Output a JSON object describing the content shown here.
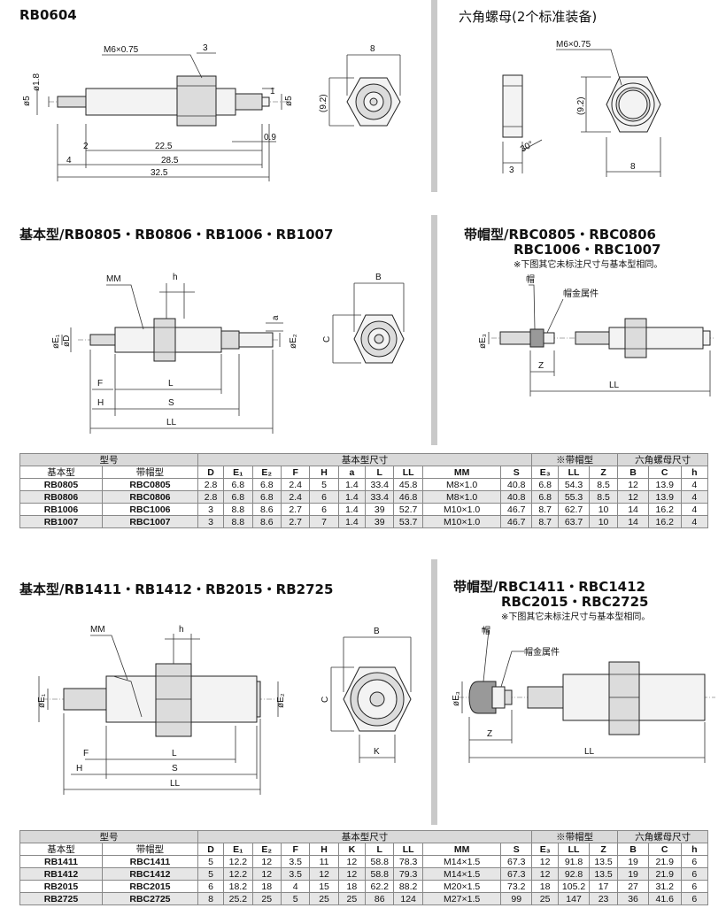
{
  "section_titles": {
    "rb0604": "RB0604",
    "hex_nut": "六角螺母(2个标准装备)",
    "basic_small": "基本型/RB0805・RB0806・RB1006・RB1007",
    "cap_small_l1": "带帽型/RBC0805・RBC0806",
    "cap_small_l2": "RBC1006・RBC1007",
    "basic_large": "基本型/RB1411・RB1412・RB2015・RB2725",
    "cap_large_l1": "带帽型/RBC1411・RBC1412",
    "cap_large_l2": "RBC2015・RBC2725"
  },
  "notes": {
    "same_as_basic": "※下图其它未标注尺寸与基本型相同。"
  },
  "rb0604_drawing": {
    "thread": "M6×0.75",
    "d_tip": "ø1.8",
    "d_body": "ø5",
    "d_rod": "ø5",
    "nut_w": "3",
    "tip_len": "1",
    "dim_2": "2",
    "dim_22_5": "22.5",
    "dim_0_9": "0.9",
    "dim_4": "4",
    "dim_28_5": "28.5",
    "dim_32_5": "32.5",
    "end_w": "8",
    "end_h": "(9.2)"
  },
  "nut_drawing": {
    "thread": "M6×0.75",
    "t": "3",
    "angle": "30°",
    "h": "(9.2)",
    "w": "8"
  },
  "small_drawing": {
    "MM": "MM",
    "h": "h",
    "a": "a",
    "E1": "øE₁",
    "D": "øD",
    "E2": "øE₂",
    "F": "F",
    "L": "L",
    "H": "H",
    "S": "S",
    "LL": "LL",
    "B": "B",
    "C": "C"
  },
  "small_cap_drawing": {
    "cap": "帽",
    "cap_metal": "帽金属件",
    "E3": "øE₃",
    "Z": "Z",
    "LL": "LL"
  },
  "large_drawing": {
    "MM": "MM",
    "h": "h",
    "E1": "øE₁",
    "E2": "øE₂",
    "F": "F",
    "L": "L",
    "H": "H",
    "S": "S",
    "LL": "LL",
    "B": "B",
    "C": "C",
    "K": "K"
  },
  "large_cap_drawing": {
    "cap": "帽",
    "cap_metal": "帽金属件",
    "E3": "øE₃",
    "Z": "Z",
    "LL": "LL"
  },
  "table_small": {
    "group_model": "型号",
    "group_basic": "基本型尺寸",
    "group_cap": "※带帽型",
    "group_nut": "六角螺母尺寸",
    "col_basic": "基本型",
    "col_cap": "带帽型",
    "dims": [
      "D",
      "E₁",
      "E₂",
      "F",
      "H",
      "a",
      "L",
      "LL",
      "MM",
      "S"
    ],
    "cap_dims": [
      "E₃",
      "LL",
      "Z"
    ],
    "nut_dims": [
      "B",
      "C",
      "h"
    ],
    "rows": [
      [
        "RB0805",
        "RBC0805",
        "2.8",
        "6.8",
        "6.8",
        "2.4",
        "5",
        "1.4",
        "33.4",
        "45.8",
        "M8×1.0",
        "40.8",
        "6.8",
        "54.3",
        "8.5",
        "12",
        "13.9",
        "4"
      ],
      [
        "RB0806",
        "RBC0806",
        "2.8",
        "6.8",
        "6.8",
        "2.4",
        "6",
        "1.4",
        "33.4",
        "46.8",
        "M8×1.0",
        "40.8",
        "6.8",
        "55.3",
        "8.5",
        "12",
        "13.9",
        "4"
      ],
      [
        "RB1006",
        "RBC1006",
        "3",
        "8.8",
        "8.6",
        "2.7",
        "6",
        "1.4",
        "39",
        "52.7",
        "M10×1.0",
        "46.7",
        "8.7",
        "62.7",
        "10",
        "14",
        "16.2",
        "4"
      ],
      [
        "RB1007",
        "RBC1007",
        "3",
        "8.8",
        "8.6",
        "2.7",
        "7",
        "1.4",
        "39",
        "53.7",
        "M10×1.0",
        "46.7",
        "8.7",
        "63.7",
        "10",
        "14",
        "16.2",
        "4"
      ]
    ]
  },
  "table_large": {
    "group_model": "型号",
    "group_basic": "基本型尺寸",
    "group_cap": "※带帽型",
    "group_nut": "六角螺母尺寸",
    "col_basic": "基本型",
    "col_cap": "带帽型",
    "dims": [
      "D",
      "E₁",
      "E₂",
      "F",
      "H",
      "K",
      "L",
      "LL",
      "MM",
      "S"
    ],
    "cap_dims": [
      "E₃",
      "LL",
      "Z"
    ],
    "nut_dims": [
      "B",
      "C",
      "h"
    ],
    "rows": [
      [
        "RB1411",
        "RBC1411",
        "5",
        "12.2",
        "12",
        "3.5",
        "11",
        "12",
        "58.8",
        "78.3",
        "M14×1.5",
        "67.3",
        "12",
        "91.8",
        "13.5",
        "19",
        "21.9",
        "6"
      ],
      [
        "RB1412",
        "RBC1412",
        "5",
        "12.2",
        "12",
        "3.5",
        "12",
        "12",
        "58.8",
        "79.3",
        "M14×1.5",
        "67.3",
        "12",
        "92.8",
        "13.5",
        "19",
        "21.9",
        "6"
      ],
      [
        "RB2015",
        "RBC2015",
        "6",
        "18.2",
        "18",
        "4",
        "15",
        "18",
        "62.2",
        "88.2",
        "M20×1.5",
        "73.2",
        "18",
        "105.2",
        "17",
        "27",
        "31.2",
        "6"
      ],
      [
        "RB2725",
        "RBC2725",
        "8",
        "25.2",
        "25",
        "5",
        "25",
        "25",
        "86",
        "124",
        "M27×1.5",
        "99",
        "25",
        "147",
        "23",
        "36",
        "41.6",
        "6"
      ]
    ]
  }
}
